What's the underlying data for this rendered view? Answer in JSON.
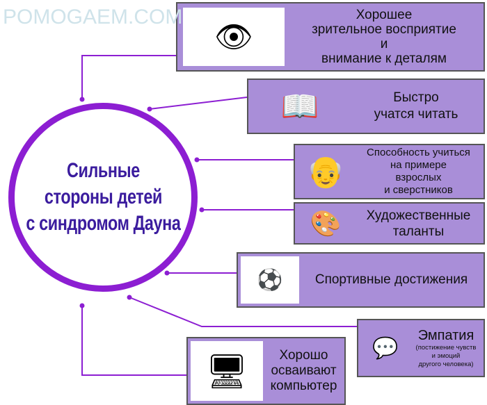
{
  "center_title": "Сильные\nстороны детей\nс синдромом Дауна",
  "watermark": "POMOGAEM.COM",
  "colors": {
    "accent": "#8c1ed2",
    "title": "#3b1c9e",
    "box": "#a98ed8"
  },
  "items": [
    {
      "text": "Хорошее\nзрительное восприятие\nи\nвнимание к деталям",
      "icon": "eye-icon"
    },
    {
      "text": "Быстро\nучатся читать",
      "icon": "book-icon"
    },
    {
      "text": "Способность учиться\nна примере\nвзрослых\nи сверстников",
      "icon": "grandpa-icon"
    },
    {
      "text": "Художественные\nталанты",
      "icon": "palette-icon"
    },
    {
      "text": "Спортивные достижения",
      "icon": "sports-icon"
    },
    {
      "title": "Эмпатия",
      "text": "(постижение чувств\nи эмоций\nдругого человека)",
      "icon": "people-talking-icon"
    },
    {
      "text": "Хорошо\nосваивают\nкомпьютер",
      "icon": "computer-icon"
    }
  ]
}
